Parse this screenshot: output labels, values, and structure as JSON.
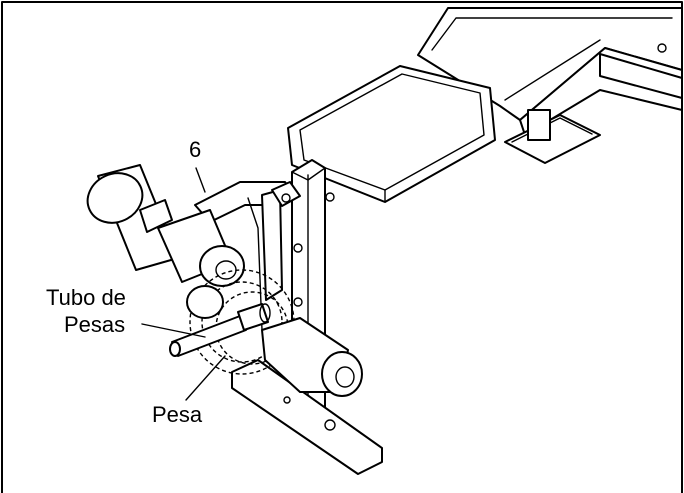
{
  "labels": {
    "part_number": "6",
    "weight_tube_line1": "Tubo de",
    "weight_tube_line2": "Pesas",
    "weight": "Pesa"
  }
}
